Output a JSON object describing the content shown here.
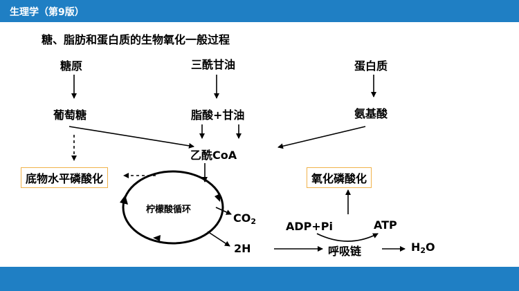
{
  "header": {
    "title": "生理学（第9版）"
  },
  "heading": "糖、脂肪和蛋白质的生物氧化一般过程",
  "nodes": {
    "glycogen": "糖原",
    "glucose": "葡萄糖",
    "triglyceride": "三酰甘油",
    "fatty_acid": "脂酸",
    "plus": "+",
    "glycerol": "甘油",
    "acetyl_coa": "乙酰CoA",
    "protein": "蛋白质",
    "amino_acid": "氨基酸",
    "substrate_phos": "底物水平磷酸化",
    "oxidative_phos": "氧化磷酸化",
    "tca_cycle": "柠檬酸循环",
    "co2_base": "CO",
    "co2_sub": "2",
    "two_h": "2H",
    "adp_pi": "ADP+Pi",
    "atp": "ATP",
    "resp_chain": "呼吸链",
    "h2o_h": "H",
    "h2o_sub": "2",
    "h2o_o": "O"
  },
  "colors": {
    "header_bar": "#1f7fc4",
    "box_border": "#f0b24a",
    "text": "#000000"
  }
}
